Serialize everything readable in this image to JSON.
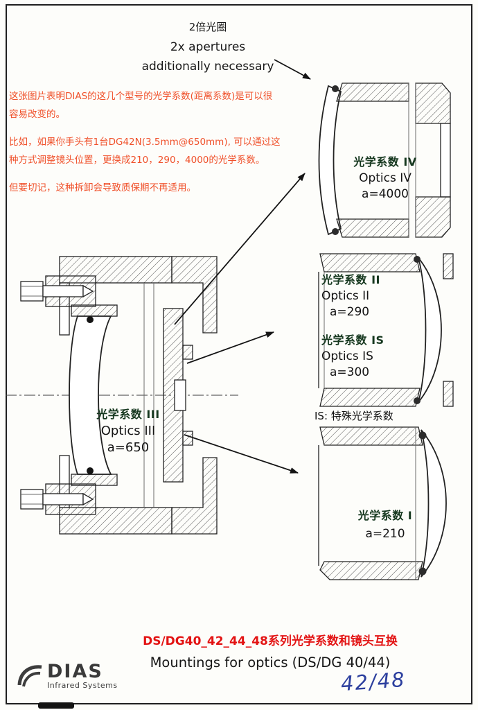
{
  "colors": {
    "description_red": "#f0512b",
    "footer_title_red": "#e31313",
    "label_green_black": "#16381f",
    "handwriting_blue": "#2c3f9e",
    "ink": "#1c1c1c"
  },
  "top_note": {
    "cn": "2倍光圈",
    "en_line1": "2x apertures",
    "en_line2": "additionally necessary"
  },
  "description": {
    "p1": "这张图片表明DIAS的这几个型号的光学系数(距离系数)是可以很容易改变的。",
    "p2": "比如，如果你手头有1台DG42N(3.5mm@650mm), 可以通过这种方式调整镜头位置，更换成210，290，4000的光学系数。",
    "p3": "但要切记，这种拆卸会导致质保期不再适用。"
  },
  "optics_labels": {
    "iii": {
      "cn": "光学系数 III",
      "en": "Optics III",
      "value": "a=650"
    },
    "iv": {
      "cn": "光学系数 IV",
      "en": "Optics IV",
      "value": "a=4000"
    },
    "ii": {
      "cn": "光学系数 II",
      "en": "Optics II",
      "value": "a=290"
    },
    "is": {
      "cn": "光学系数 IS",
      "en": "Optics IS",
      "value": "a=300"
    },
    "i": {
      "cn": "光学系数 I",
      "value": "a=210"
    }
  },
  "is_note": "IS: 特殊光学系数",
  "footer": {
    "title_cn": "DS/DG40_42_44_48系列光学系数和镜头互换",
    "title_en": "Mountings for optics (DS/DG 40/44)",
    "handwritten_note": "42/48"
  },
  "logo": {
    "name": "DIAS",
    "subtitle": "Infrared Systems"
  }
}
